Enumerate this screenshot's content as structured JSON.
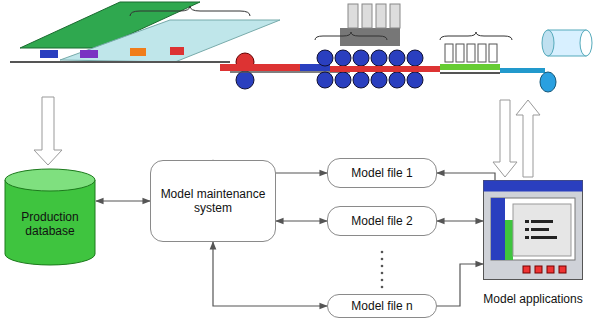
{
  "diagram": {
    "nodes": [
      {
        "text": [
          "Production database"
        ]
      },
      {
        "text": [
          "Model maintenance system"
        ]
      },
      {
        "text": [
          "Model file 1"
        ]
      },
      {
        "text": [
          "Model file 2"
        ]
      },
      {
        "text": [
          "Model file n"
        ]
      },
      {
        "text": [
          "Model applications"
        ]
      }
    ],
    "edges": [
      {
        "from": 0,
        "to": 1,
        "arrow": "both"
      },
      {
        "from": 1,
        "to": 2,
        "arrow": "both"
      },
      {
        "from": 1,
        "to": 3,
        "arrow": "both"
      },
      {
        "from": 1,
        "to": 4,
        "arrow": "both"
      },
      {
        "from": 5,
        "to": 2,
        "arrow": "to"
      },
      {
        "from": 3,
        "to": 5,
        "arrow": "both"
      },
      {
        "from": 4,
        "to": 5,
        "arrow": "to"
      }
    ]
  }
}
